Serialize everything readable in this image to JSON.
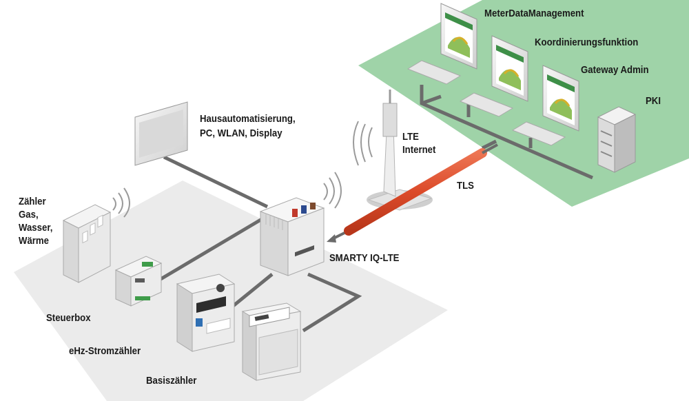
{
  "labels": {
    "meter_data_management": "MeterDataManagement",
    "koordinierungsfunktion": "Koordinierungsfunktion",
    "gateway_admin": "Gateway Admin",
    "pki": "PKI",
    "hausautomatisierung_line1": "Hausautomatisierung,",
    "hausautomatisierung_line2": "PC, WLAN, Display",
    "lte": "LTE",
    "internet": "Internet",
    "tls": "TLS",
    "smarty": "SMARTY IQ-LTE",
    "zaehler_line1": "Zähler",
    "zaehler_line2": "Gas,",
    "zaehler_line3": "Wasser,",
    "zaehler_line4": "Wärme",
    "steuerbox": "Steuerbox",
    "ehz": "eHz-Stromzähler",
    "basis": "Basiszähler"
  },
  "colors": {
    "backend_zone": "#9fd3a8",
    "local_zone": "#ebebeb",
    "cable": "#6b6b6b",
    "tls_tunnel": "#e8512e",
    "screen_green": "#3e8f48"
  }
}
